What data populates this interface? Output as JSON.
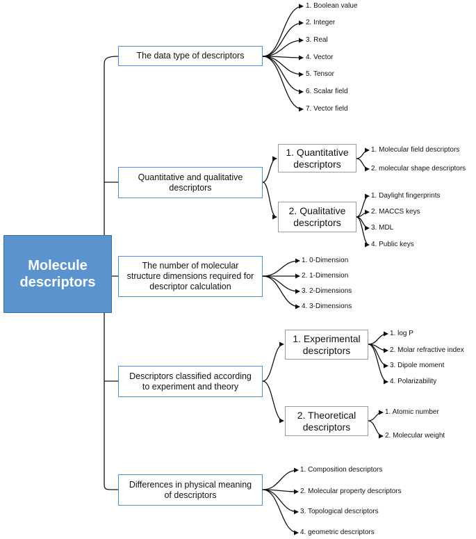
{
  "root": {
    "label": "Molecule\ndescriptors"
  },
  "categories": [
    {
      "label": "The data type of descriptors",
      "items": [
        "1. Boolean value",
        "2. Integer",
        "3. Real",
        "4. Vector",
        "5. Tensor",
        "6. Scalar field",
        "7. Vector field"
      ]
    },
    {
      "label": "Quantitative and qualitative\ndescriptors",
      "subcategories": [
        {
          "label": "1. Quantitative\ndescriptors",
          "items": [
            "1. Molecular field descriptors",
            "2. molecular shape descriptors"
          ]
        },
        {
          "label": "2. Qualitative\ndescriptors",
          "items": [
            "1. Daylight fingerprints",
            "2. MACCS keys",
            "3. MDL",
            "4. Public keys"
          ]
        }
      ]
    },
    {
      "label": "The number of molecular\nstructure dimensions required for\ndescriptor calculation",
      "items": [
        "1. 0-Dimension",
        "2. 1-Dimension",
        "3. 2-Dimensions",
        "4. 3-Dimensions"
      ]
    },
    {
      "label": "Descriptors classified according\nto experiment and theory",
      "subcategories": [
        {
          "label": "1. Experimental\ndescriptors",
          "items": [
            "1. log P",
            "2. Molar refractive index",
            "3. Dipole moment",
            "4. Polarizability"
          ]
        },
        {
          "label": "2. Theoretical\ndescriptors",
          "items": [
            "1. Atomic number",
            "2. Molecular weight"
          ]
        }
      ]
    },
    {
      "label": "Differences in physical meaning\nof descriptors",
      "items": [
        "1. Composition descriptors",
        "2. Molecular property descriptors",
        "3. Topological descriptors",
        "4. geometric descriptors"
      ]
    }
  ],
  "colors": {
    "root_fill": "#5b93cf",
    "category_border": "#4a8fd4",
    "subcategory_border": "#9a9a9a",
    "connector": "#111111"
  }
}
